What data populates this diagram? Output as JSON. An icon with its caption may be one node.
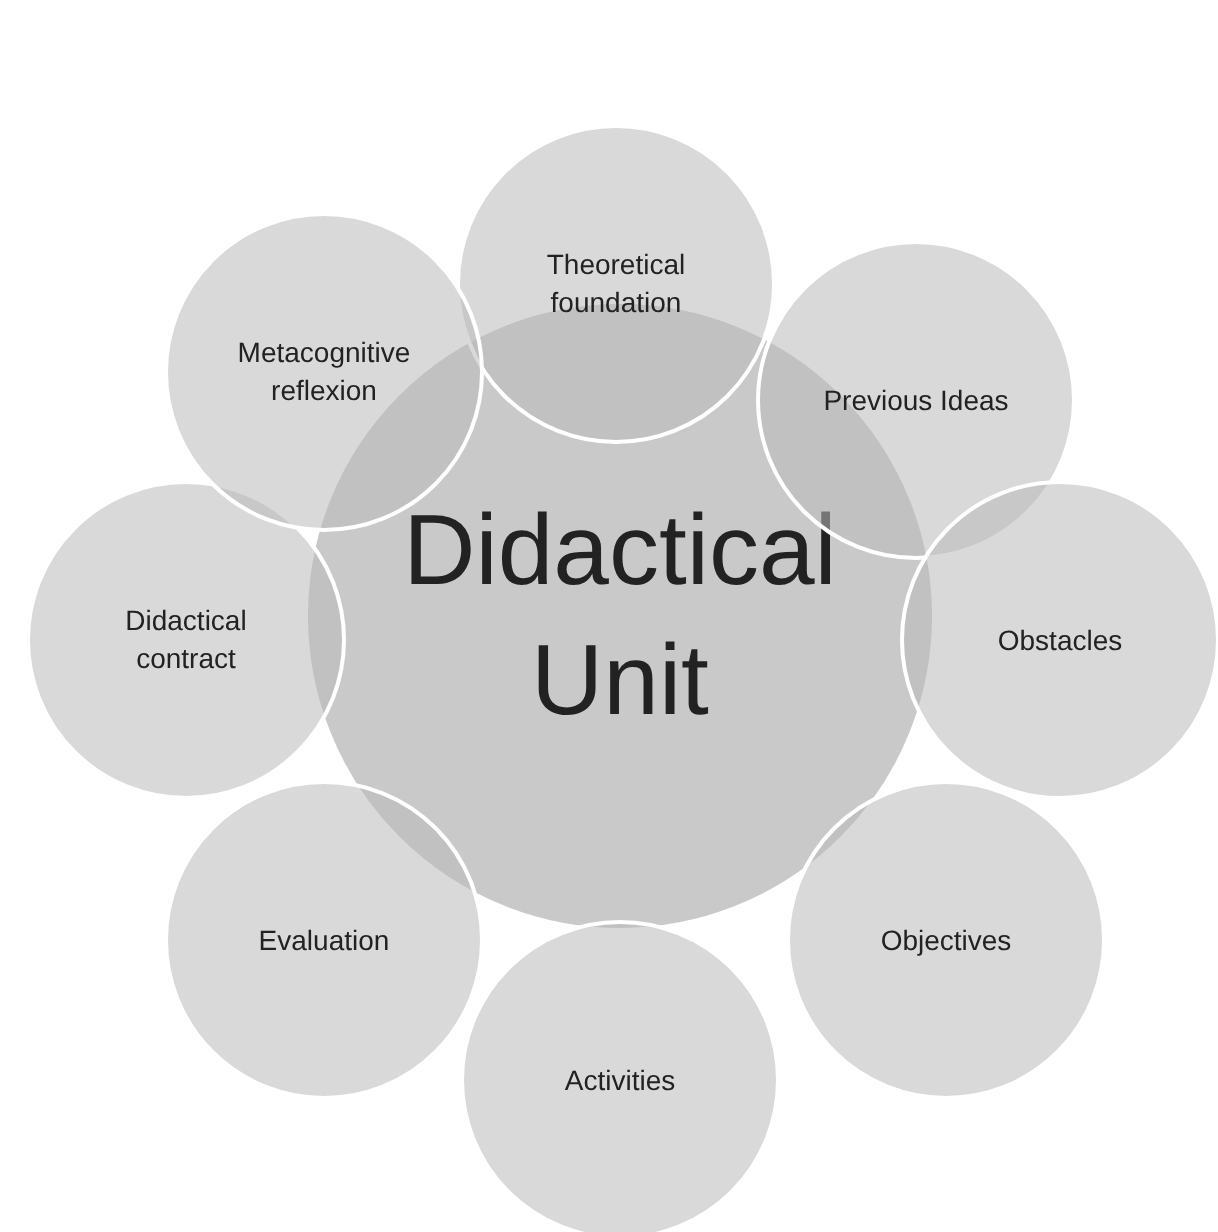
{
  "diagram": {
    "nodes": [
      {
        "text": [
          "Didactical Unit"
        ]
      },
      {
        "text": [
          "Theoretical foundation"
        ]
      },
      {
        "text": [
          "Previous Ideas"
        ]
      },
      {
        "text": [
          "Obstacles"
        ]
      },
      {
        "text": [
          "Objectives"
        ]
      },
      {
        "text": [
          "Activities"
        ]
      },
      {
        "text": [
          "Evaluation"
        ]
      },
      {
        "text": [
          "Didactical contract"
        ]
      },
      {
        "text": [
          "Metacognitive reflexion"
        ]
      }
    ]
  }
}
